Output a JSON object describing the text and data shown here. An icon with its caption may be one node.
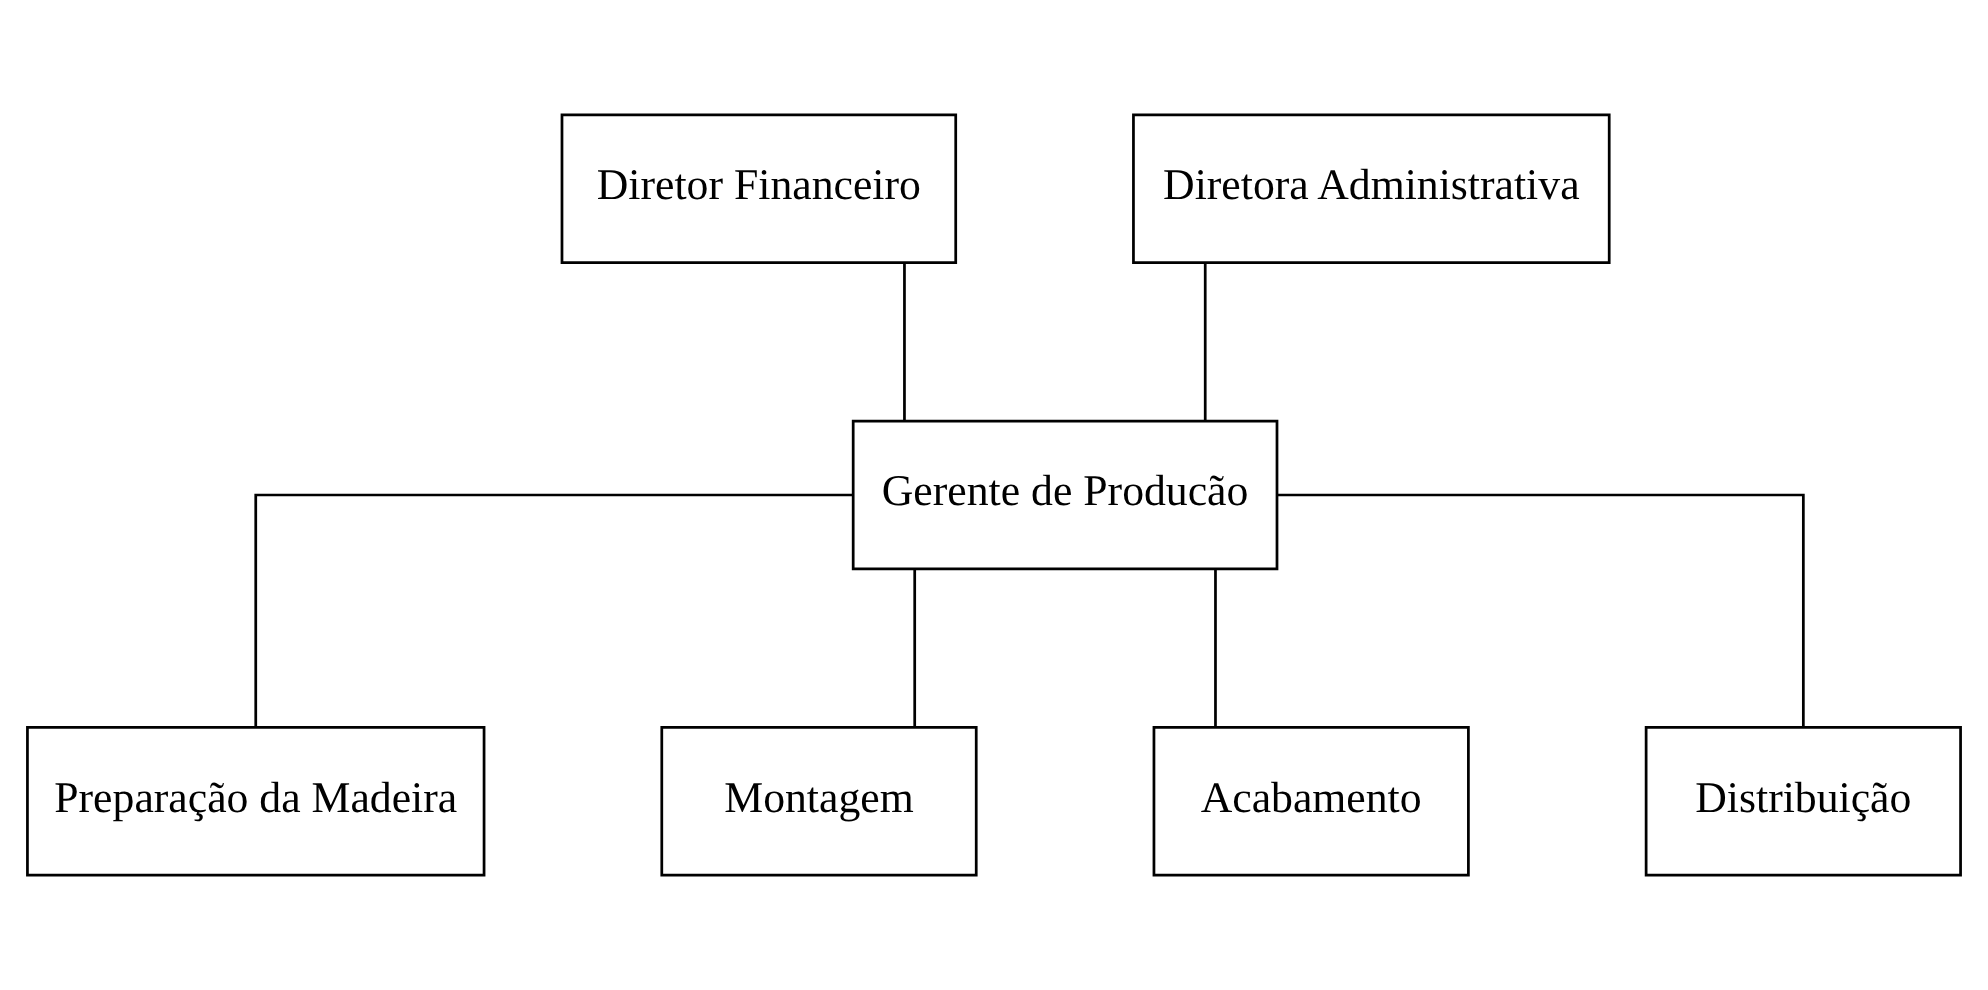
{
  "diagram": {
    "nodes": [
      {
        "text": [
          "Diretor Financeiro"
        ]
      },
      {
        "text": [
          "Diretora Administrativa"
        ]
      },
      {
        "text": [
          "Gerente de Producão"
        ]
      },
      {
        "text": [
          "Preparação da Madeira"
        ]
      },
      {
        "text": [
          "Montagem"
        ]
      },
      {
        "text": [
          "Acabamento"
        ]
      },
      {
        "text": [
          "Distribuição"
        ]
      }
    ],
    "edges": [
      {
        "from": 0,
        "to": 2,
        "arrow": "none"
      },
      {
        "from": 1,
        "to": 2,
        "arrow": "none"
      },
      {
        "from": 2,
        "to": 3,
        "arrow": "none"
      },
      {
        "from": 2,
        "to": 4,
        "arrow": "none"
      },
      {
        "from": 2,
        "to": 5,
        "arrow": "none"
      },
      {
        "from": 2,
        "to": 6,
        "arrow": "none"
      }
    ]
  }
}
